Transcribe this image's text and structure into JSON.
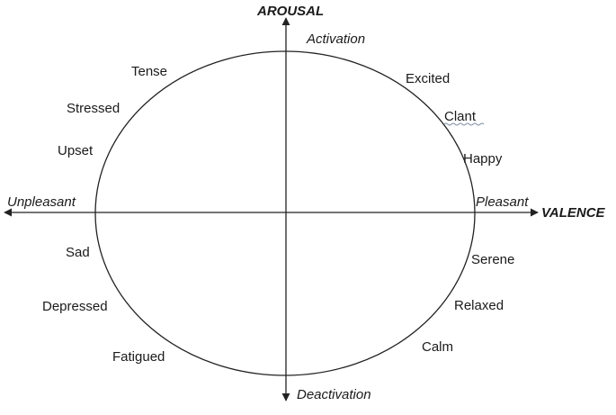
{
  "axes": {
    "vertical_title": "AROUSAL",
    "horizontal_title": "VALENCE",
    "top_pole": "Activation",
    "bottom_pole": "Deactivation",
    "left_pole": "Unpleasant",
    "right_pole": "Pleasant"
  },
  "emotions": {
    "tense": "Tense",
    "stressed": "Stressed",
    "upset": "Upset",
    "sad": "Sad",
    "depressed": "Depressed",
    "fatigued": "Fatigued",
    "excited": "Excited",
    "clant": "Clant",
    "happy": "Happy",
    "serene": "Serene",
    "relaxed": "Relaxed",
    "calm": "Calm"
  },
  "colors": {
    "line": "#222222",
    "text": "#1a1a1a",
    "background": "#ffffff"
  }
}
